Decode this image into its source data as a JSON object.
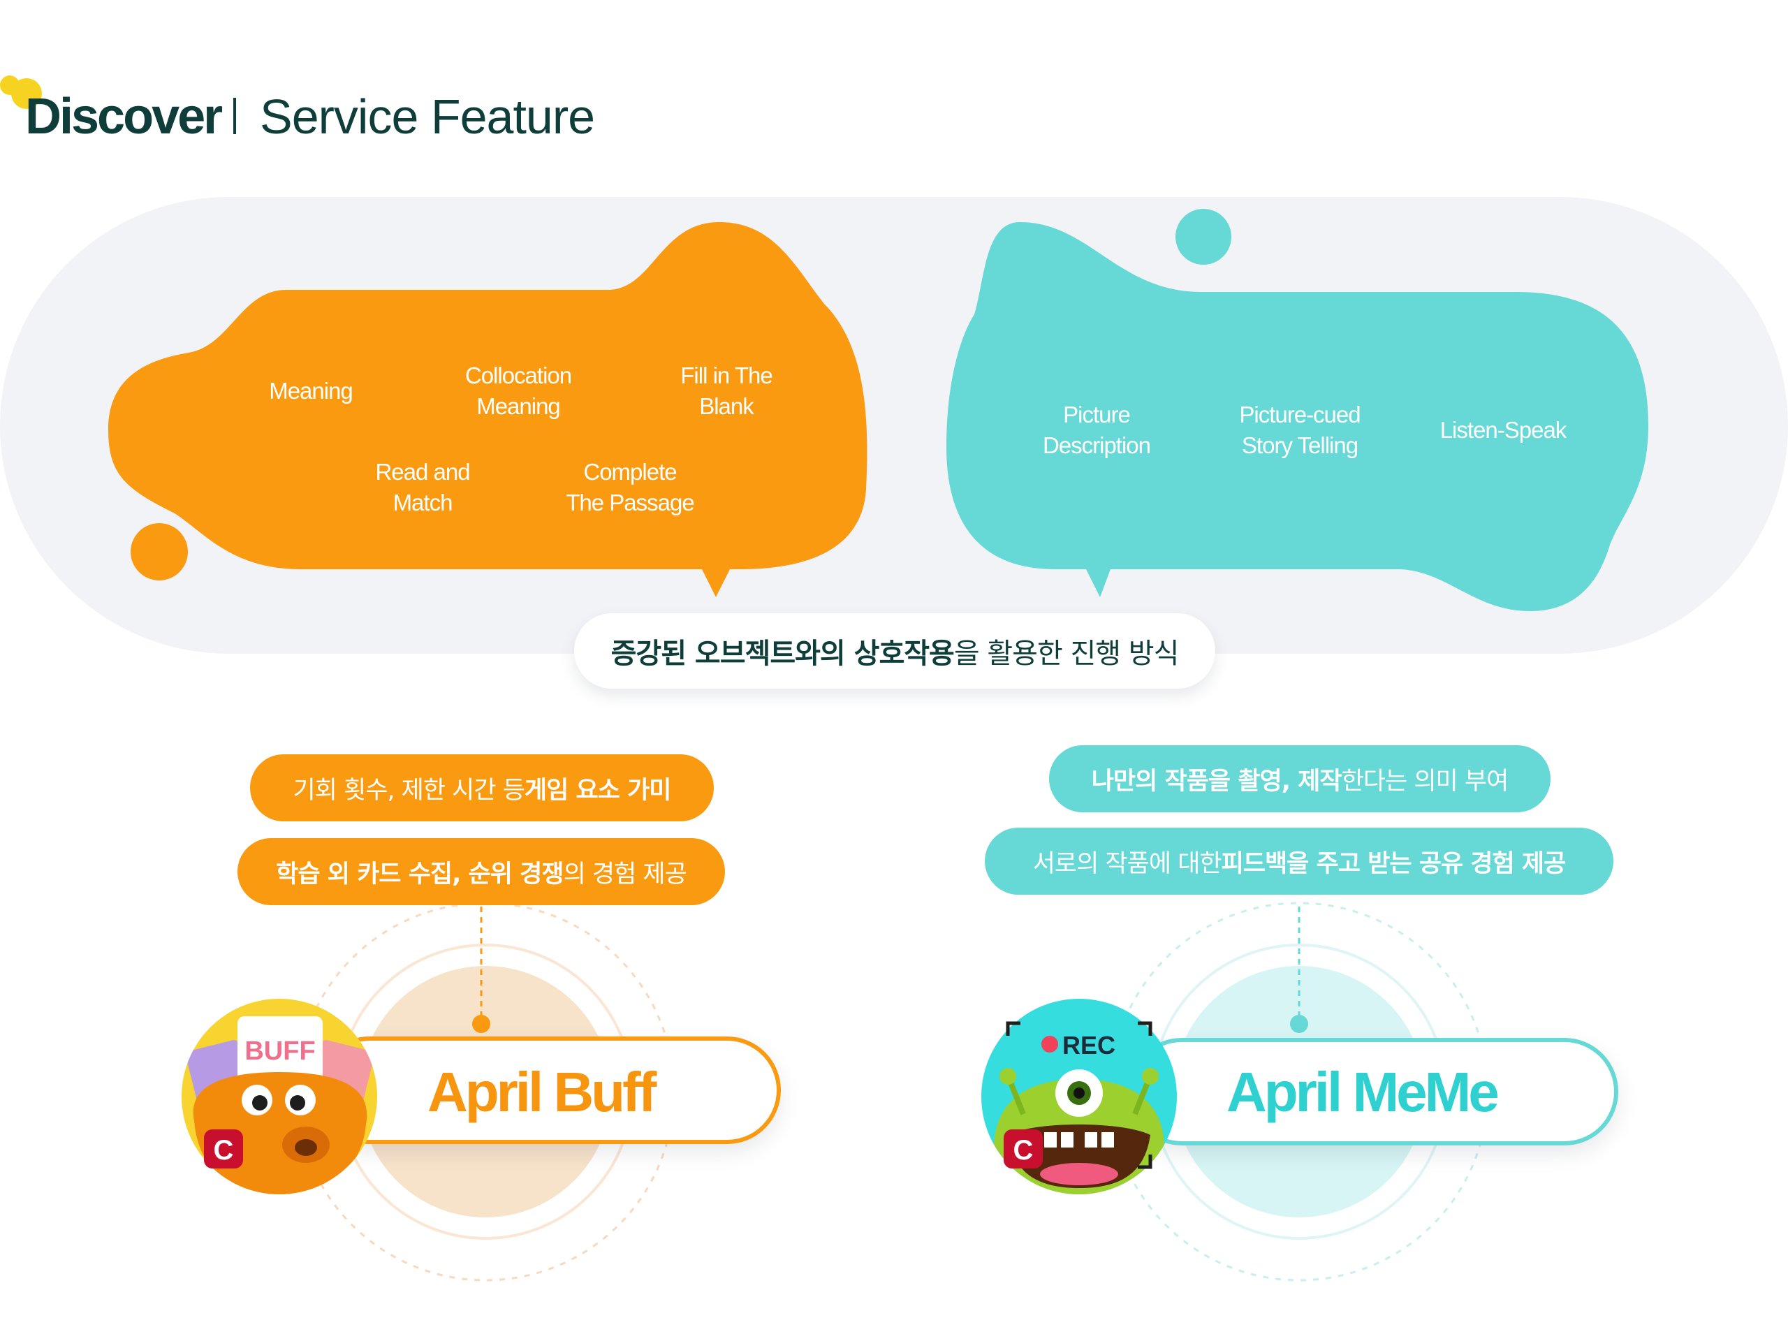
{
  "header": {
    "brand": "Discover",
    "subtitle": "Service Feature"
  },
  "colors": {
    "orange": "#f99a10",
    "teal": "#66d8d5",
    "dark_green": "#0f3d39",
    "band": "#f2f3f7"
  },
  "orange_bubble": {
    "features": [
      "Meaning",
      "Collocation\nMeaning",
      "Fill in The\nBlank",
      "Read and\nMatch",
      "Complete\nThe Passage"
    ]
  },
  "teal_bubble": {
    "features": [
      "Picture\nDescription",
      "Picture-cued\nStory Telling",
      "Listen-Speak"
    ]
  },
  "caption": {
    "bold": "증강된 오브젝트와의 상호작용",
    "regular": "을 활용한 진행 방식"
  },
  "buff": {
    "pill1": {
      "regular": "기회 횟수, 제한 시간 등 ",
      "bold": "게임 요소 가미"
    },
    "pill2": {
      "bold": "학습 외 카드 수집, 순위 경쟁",
      "regular": "의 경험 제공"
    },
    "name": "April Buff",
    "avatar_card_text": "BUFF",
    "badge": "C",
    "icons": [
      "buff-monster-icon",
      "card-icon"
    ]
  },
  "meme": {
    "pill1": {
      "bold": "나만의 작품을 촬영, 제작",
      "regular": "한다는 의미 부여"
    },
    "pill2": {
      "regular": "서로의 작품에 대한 ",
      "bold": "피드백을 주고 받는 공유 경험 제공"
    },
    "name": "April MeMe",
    "rec_label": "REC",
    "badge": "C",
    "icons": [
      "meme-monster-icon",
      "rec-dot-icon"
    ]
  }
}
